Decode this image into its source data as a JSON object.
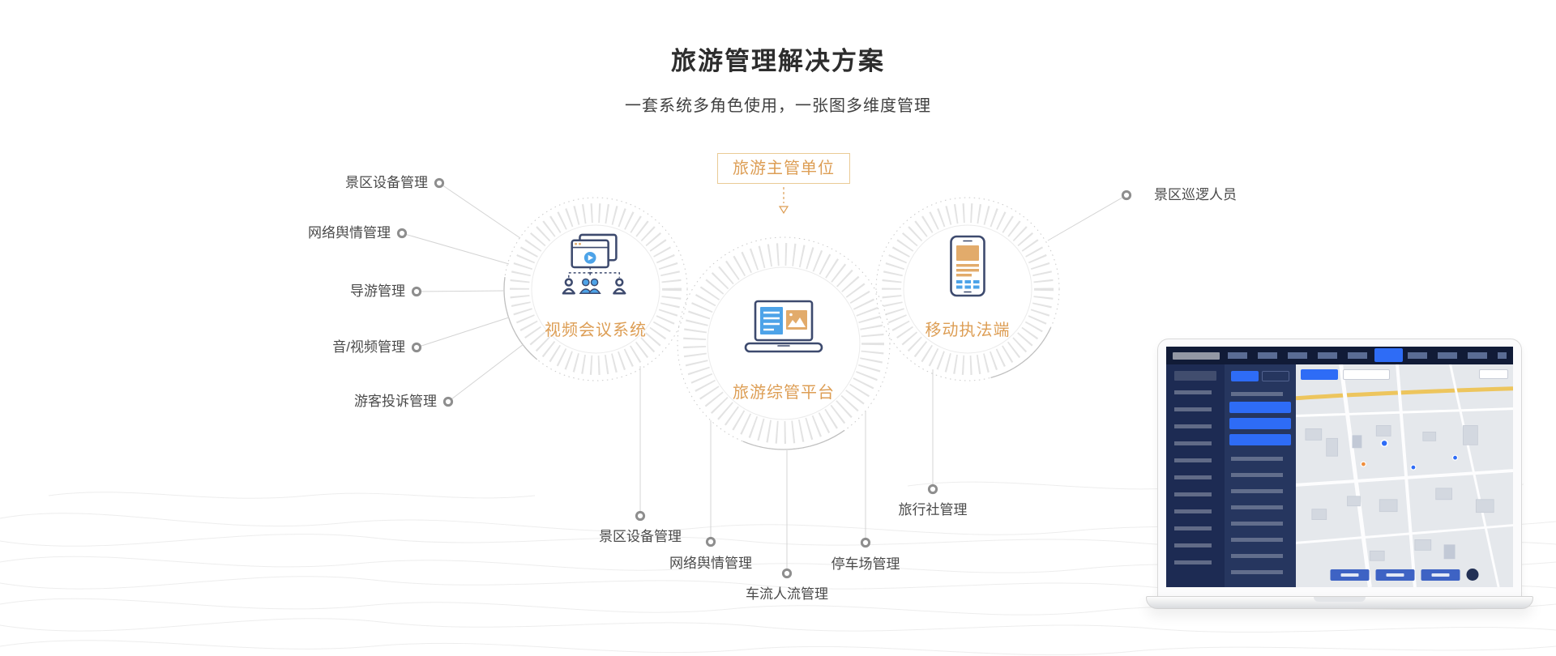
{
  "page": {
    "title": "旅游管理解决方案",
    "subtitle": "一套系统多角色使用，一张图多维度管理"
  },
  "diagram": {
    "authority_box": {
      "label": "旅游主管单位"
    },
    "nodes": [
      {
        "label": "视频会议系统"
      },
      {
        "label": "旅游综管平台"
      },
      {
        "label": "移动执法端"
      }
    ],
    "left_labels": [
      "景区设备管理",
      "网络舆情管理",
      "导游管理",
      "音/视频管理",
      "游客投诉管理"
    ],
    "right_labels": [
      "景区巡逻人员"
    ],
    "bottom_labels": [
      "景区设备管理",
      "网络舆情管理",
      "车流人流管理",
      "停车场管理",
      "旅行社管理"
    ]
  },
  "icons": {
    "video_conference": "video-window-with-people-icon",
    "platform": "laptop-dashboard-icon",
    "mobile_enforcement": "smartphone-icon",
    "authority_arrow": "dashed-down-arrow-icon"
  },
  "laptop_preview": {
    "content": "map-dashboard-screenshot"
  },
  "colors": {
    "accent_orange": "#DD9E55",
    "border_orange": "#EACB96",
    "icon_navy": "#3D4A6E",
    "icon_blue": "#4DA3E8",
    "icon_tan": "#E2AB6B",
    "connector_gray": "#D4D4D4",
    "dot_gray": "#8E8E8E",
    "label_gray": "#4A4A4A",
    "dash_navy": "#18223F",
    "dash_blue": "#2E6CF6",
    "map_bg": "#E5E8EC",
    "road_yellow": "#EDC55D"
  }
}
